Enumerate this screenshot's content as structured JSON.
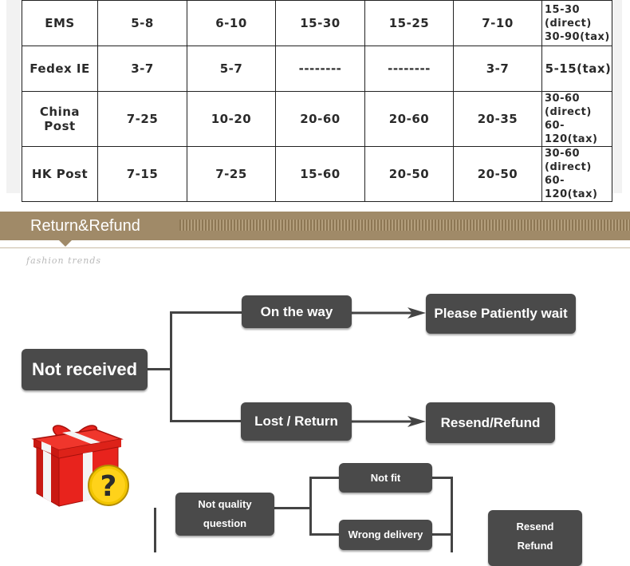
{
  "shipping_table": {
    "rows": [
      {
        "name": "EMS",
        "cells": [
          "5-8",
          "6-10",
          "15-30",
          "15-25",
          "7-10"
        ],
        "note": "15-30\n(direct)\n30-90(tax)"
      },
      {
        "name": "Fedex IE",
        "cells": [
          "3-7",
          "5-7",
          "--------",
          "--------",
          "3-7"
        ],
        "note": "5-15(tax)"
      },
      {
        "name": "China Post",
        "cells": [
          "7-25",
          "10-20",
          "20-60",
          "20-60",
          "20-35"
        ],
        "note": "30-60\n(direct)\n60-120(tax)"
      },
      {
        "name": "HK Post",
        "cells": [
          "7-15",
          "7-25",
          "15-60",
          "20-50",
          "20-50"
        ],
        "note": "30-60\n(direct)\n60-120(tax)"
      }
    ]
  },
  "section": {
    "title": "Return&Refund",
    "script_text": "fashion trends"
  },
  "flow": {
    "not_received": "Not received",
    "on_the_way": "On the way",
    "please_wait": "Please Patiently wait",
    "lost_return": "Lost / Return",
    "resend_refund": "Resend/Refund",
    "not_quality_line1": "Not quality",
    "not_quality_line2": "question",
    "not_fit": "Not fit",
    "wrong_delivery": "Wrong delivery",
    "resend_line1": "Resend",
    "resend_line2": "Refund"
  },
  "colors": {
    "box": "#4a4a4a",
    "section_bar": "#a08a68",
    "gift_red": "#e8231d",
    "question_yellow": "#f2c500"
  },
  "icons": {
    "gift": "gift-box-question-icon"
  }
}
